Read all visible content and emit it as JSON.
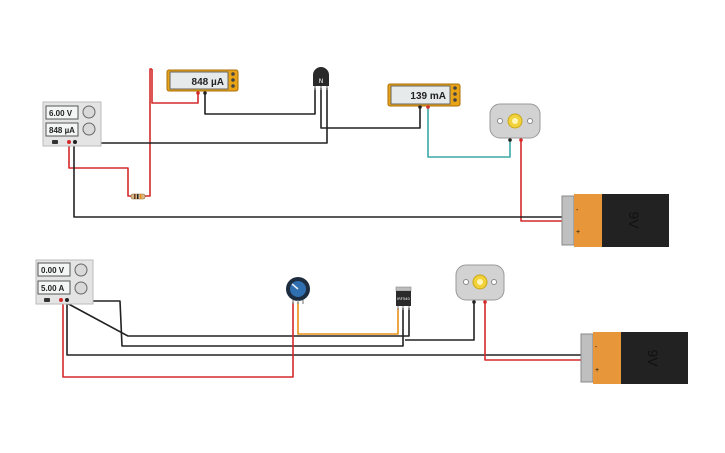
{
  "supply1": {
    "voltage": "6.00 V",
    "current": "848 µA"
  },
  "meter1": {
    "reading": "848 µA"
  },
  "meter2": {
    "reading": "139 mA"
  },
  "transistor": {
    "label": "N"
  },
  "battery1": {
    "label": "9V",
    "minus": "-",
    "plus": "+"
  },
  "supply2": {
    "voltage": "0.00 V",
    "current": "5.00 A"
  },
  "mosfet": {
    "label": "IRF540"
  },
  "battery2": {
    "label": "9V",
    "minus": "-",
    "plus": "+"
  },
  "colors": {
    "red_wire": "#d42a2a",
    "black_wire": "#222222",
    "teal_wire": "#3aa8a6",
    "orange_wire": "#e8911a",
    "battery_orange": "#e8963a",
    "battery_black": "#222222",
    "meter_frame": "#e8a317"
  }
}
